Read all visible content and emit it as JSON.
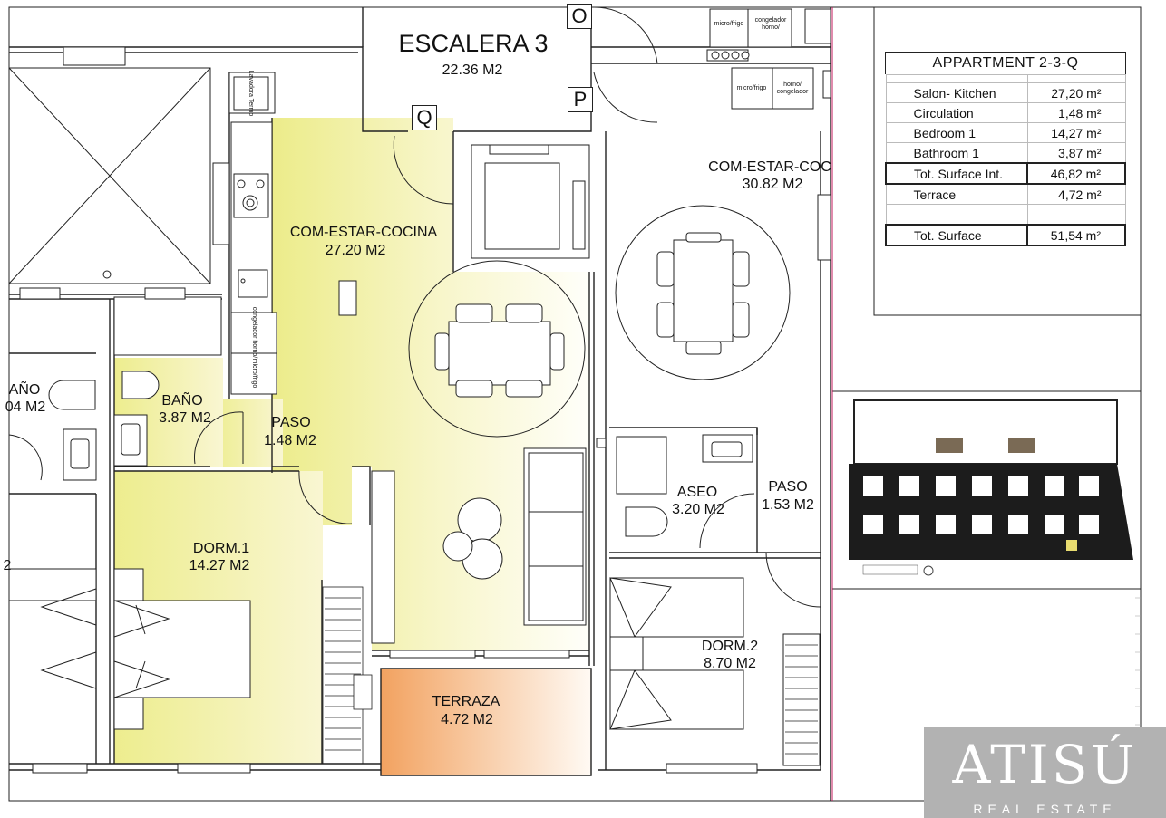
{
  "plan": {
    "stair": {
      "name": "ESCALERA 3",
      "area": "22.36 M2"
    },
    "rooms": {
      "salon": {
        "name": "COM-ESTAR-COCINA",
        "area": "27.20 M2"
      },
      "bath": {
        "name": "BAÑO",
        "area": "3.87 M2"
      },
      "hall": {
        "name": "PASO",
        "area": "1.48 M2"
      },
      "bed": {
        "name": "DORM.1",
        "area": "14.27 M2"
      },
      "terrace": {
        "name": "TERRAZA",
        "area": "4.72 M2"
      },
      "neighbor_salon": {
        "name": "COM-ESTAR-COC",
        "area": "30.82 M2"
      },
      "neighbor_wc": {
        "name": "ASEO",
        "area": "3.20 M2"
      },
      "neighbor_hall": {
        "name": "PASO",
        "area": "1.53 M2"
      },
      "neighbor_bed": {
        "name": "DORM.2",
        "area": "8.70 M2"
      },
      "left_bath": {
        "name": "AÑO",
        "area": "04 M2"
      },
      "left_bed_num": {
        "name": "2"
      }
    },
    "unit_letters": {
      "o": "O",
      "p": "P",
      "q": "Q"
    },
    "appliances": {
      "washer": "Lavadora Termo",
      "fridge": "micro/frigo",
      "freezer": "congelador horno/",
      "oven": "horno/ congelador"
    }
  },
  "summary": {
    "title": "APPARTMENT 2-3-Q",
    "rows": [
      {
        "label": "Salon- Kitchen",
        "value": "27,20 m²"
      },
      {
        "label": "Circulation",
        "value": "1,48 m²"
      },
      {
        "label": "Bedroom 1",
        "value": "14,27 m²"
      },
      {
        "label": "Bathroom 1",
        "value": "3,87 m²"
      }
    ],
    "interior_total": {
      "label": "Tot. Surface Int.",
      "value": "46,82 m²"
    },
    "terrace": {
      "label": "Terrace",
      "value": "4,72 m²"
    },
    "total": {
      "label": "Tot. Surface",
      "value": "51,54 m²"
    }
  },
  "watermark": {
    "brand": "ATISÚ",
    "tagline": "REAL ESTATE"
  },
  "colors": {
    "highlight_yellow": "#ecec8a",
    "highlight_orange": "#f2a260",
    "wall": "#222222",
    "watermark_bg": "#b2b2b2"
  }
}
